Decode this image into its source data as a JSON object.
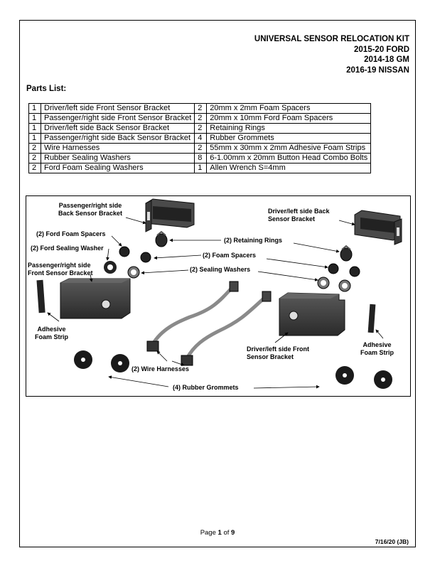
{
  "header": {
    "title": "UNIVERSAL SENSOR RELOCATION KIT",
    "line1": "2015-20 FORD",
    "line2": "2014-18 GM",
    "line3": "2016-19 NISSAN"
  },
  "parts_heading": "Parts List:",
  "parts": [
    {
      "q1": "1",
      "p1": "Driver/left side Front Sensor Bracket",
      "q2": "2",
      "p2": "20mm x 2mm Foam Spacers"
    },
    {
      "q1": "1",
      "p1": "Passenger/right side Front Sensor Bracket",
      "q2": "2",
      "p2": "20mm x 10mm Ford Foam Spacers"
    },
    {
      "q1": "1",
      "p1": "Driver/left side Back Sensor Bracket",
      "q2": "2",
      "p2": "Retaining Rings"
    },
    {
      "q1": "1",
      "p1": "Passenger/right side Back Sensor Bracket",
      "q2": "4",
      "p2": "Rubber Grommets"
    },
    {
      "q1": "2",
      "p1": "Wire Harnesses",
      "q2": "2",
      "p2": "55mm x 30mm x 2mm Adhesive Foam Strips"
    },
    {
      "q1": "2",
      "p1": "Rubber Sealing Washers",
      "q2": "8",
      "p2": "6-1.00mm x 20mm Button Head Combo Bolts"
    },
    {
      "q1": "2",
      "p1": "Ford Foam Sealing Washers",
      "q2": "1",
      "p2": "Allen Wrench S=4mm"
    }
  ],
  "diagram_labels": {
    "pass_back_1": "Passenger/right side",
    "pass_back_2": "Back Sensor Bracket",
    "drv_back_1": "Driver/left side Back",
    "drv_back_2": "Sensor Bracket",
    "ford_spacers": "(2) Ford Foam Spacers",
    "ford_washer": "(2) Ford Sealing Washer",
    "retaining_rings": "(2) Retaining Rings",
    "foam_spacers": "(2) Foam Spacers",
    "pass_front_1": "Passenger/right side",
    "pass_front_2": "Front Sensor Bracket",
    "sealing_washers": "(2) Sealing Washers",
    "adhesive_l1": "Adhesive",
    "adhesive_l2": "Foam Strip",
    "wire_harnesses": "(2) Wire Harnesses",
    "drv_front_1": "Driver/left side Front",
    "drv_front_2": "Sensor Bracket",
    "adhesive_r1": "Adhesive",
    "adhesive_r2": "Foam Strip",
    "grommets": "(4) Rubber Grommets"
  },
  "footer": {
    "page_prefix": "Page ",
    "page_num": "1",
    "page_of": " of ",
    "page_total": "9",
    "date": "7/16/20 (JB)"
  }
}
